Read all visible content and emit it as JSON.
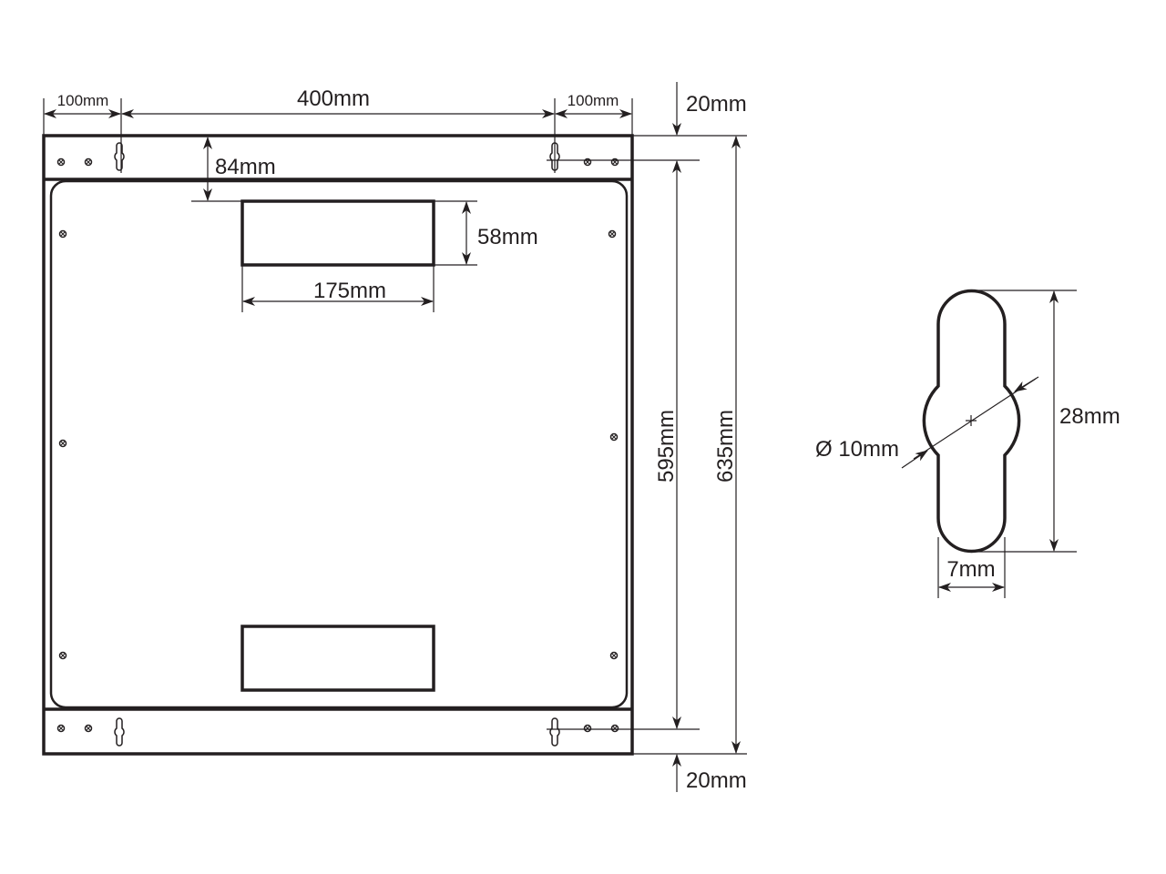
{
  "colors": {
    "ink": "#231f20",
    "background": "#ffffff"
  },
  "front_view": {
    "dims": {
      "left_offset": "100mm",
      "center_span": "400mm",
      "right_offset": "100mm",
      "top_margin": "20mm",
      "bottom_margin": "20mm",
      "cutout_offset": "84mm",
      "cutout_height": "58mm",
      "cutout_width": "175mm",
      "inner_height": "595mm",
      "total_height": "635mm"
    }
  },
  "keyhole_detail": {
    "dims": {
      "diameter": "Ø 10mm",
      "length": "28mm",
      "width": "7mm"
    }
  }
}
